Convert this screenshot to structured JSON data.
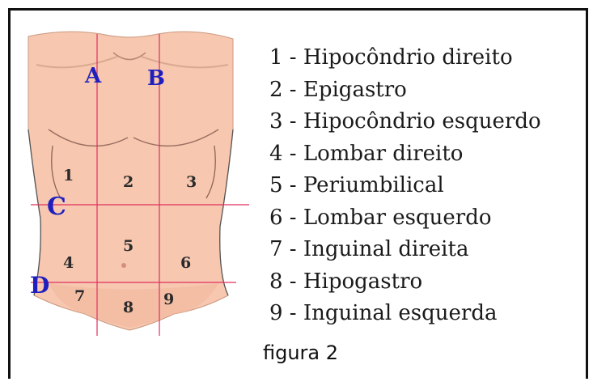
{
  "figure": {
    "line_labels": [
      "A",
      "B",
      "C",
      "D"
    ],
    "region_numbers": [
      "1",
      "2",
      "3",
      "4",
      "5",
      "6",
      "7",
      "8",
      "9"
    ]
  },
  "legend": [
    "1 - Hipocôndrio direito",
    "2 - Epigastro",
    "3 - Hipocôndrio esquerdo",
    "4 - Lombar direito",
    "5 - Periumbilical",
    "6 - Lombar esquerdo",
    "7 - Inguinal direita",
    "8 - Hipogastro",
    "9 - Inguinal esquerda"
  ],
  "caption": "figura 2",
  "colors": {
    "skin": "#f7c7b0",
    "division_lines": "#e03060",
    "line_labels": "#1f1fbf"
  }
}
